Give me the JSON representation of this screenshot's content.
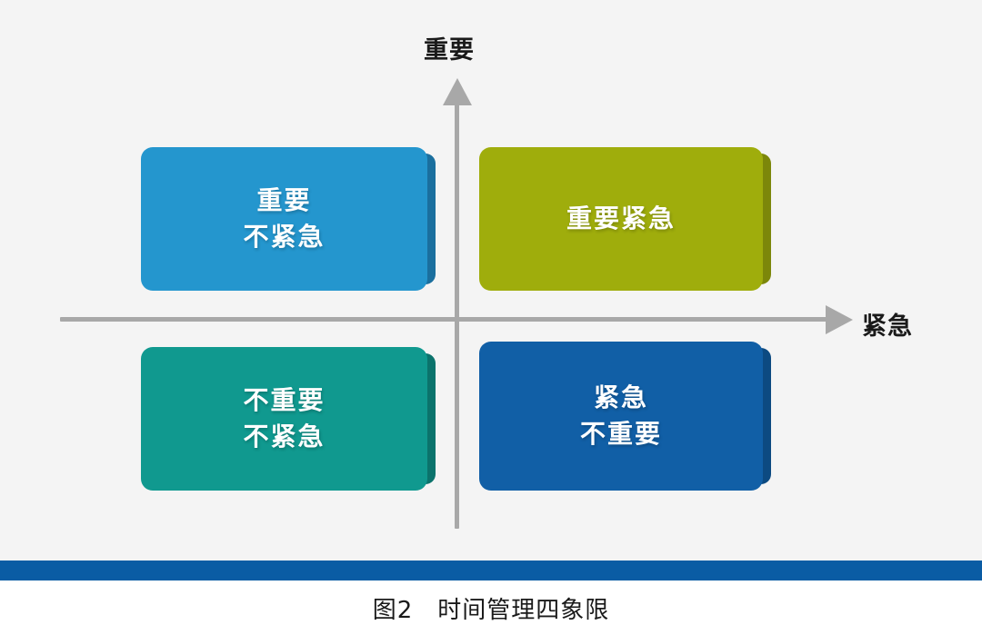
{
  "figure": {
    "caption": "图2　时间管理四象限",
    "background_color": "#f4f4f4",
    "page_background_color": "#ffffff",
    "accent_bar_color": "#0a5ca4"
  },
  "axes": {
    "vertical": {
      "label": "重要",
      "arrow_direction": "up",
      "color": "#a8a8a8"
    },
    "horizontal": {
      "label": "紧急",
      "arrow_direction": "right",
      "color": "#a8a8a8"
    }
  },
  "quadrants": [
    {
      "id": "top-left",
      "name": "important-not-urgent",
      "lines": [
        "重要",
        "不紧急"
      ],
      "fill_color": "#2496ce",
      "side_color": "#1a6f9e",
      "text_color": "#ffffff"
    },
    {
      "id": "top-right",
      "name": "important-urgent",
      "lines": [
        "重要紧急"
      ],
      "fill_color": "#9fad0c",
      "side_color": "#7c870a",
      "text_color": "#ffffff"
    },
    {
      "id": "bottom-left",
      "name": "not-important-not-urgent",
      "lines": [
        "不重要",
        "不紧急"
      ],
      "fill_color": "#10998f",
      "side_color": "#0b736c",
      "text_color": "#ffffff"
    },
    {
      "id": "bottom-right",
      "name": "urgent-not-important",
      "lines": [
        "紧急",
        "不重要"
      ],
      "fill_color": "#115fa6",
      "side_color": "#0c4a81",
      "text_color": "#ffffff"
    }
  ]
}
